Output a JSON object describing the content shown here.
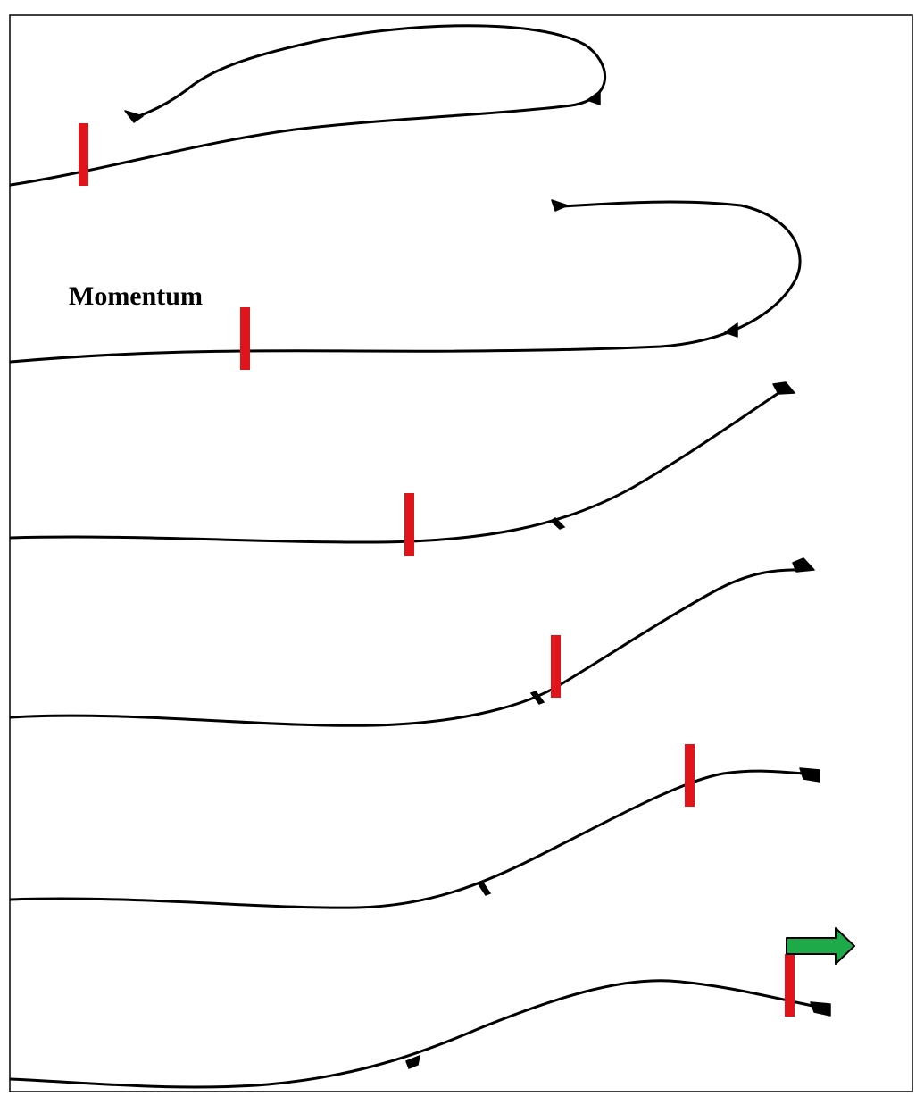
{
  "figure": {
    "label_text": "Momentum",
    "colors": {
      "curve": "#000000",
      "marker": "#e0151b",
      "arrow_fill": "#1faa4a",
      "arrow_stroke": "#000000",
      "frame": "#000000",
      "background": "#ffffff"
    },
    "panels": [
      {
        "shape": "loop-back"
      },
      {
        "shape": "loop-back"
      },
      {
        "shape": "rising"
      },
      {
        "shape": "rising"
      },
      {
        "shape": "rising-plateau"
      },
      {
        "shape": "hump"
      }
    ],
    "direction_icon": "right-arrow-icon"
  }
}
